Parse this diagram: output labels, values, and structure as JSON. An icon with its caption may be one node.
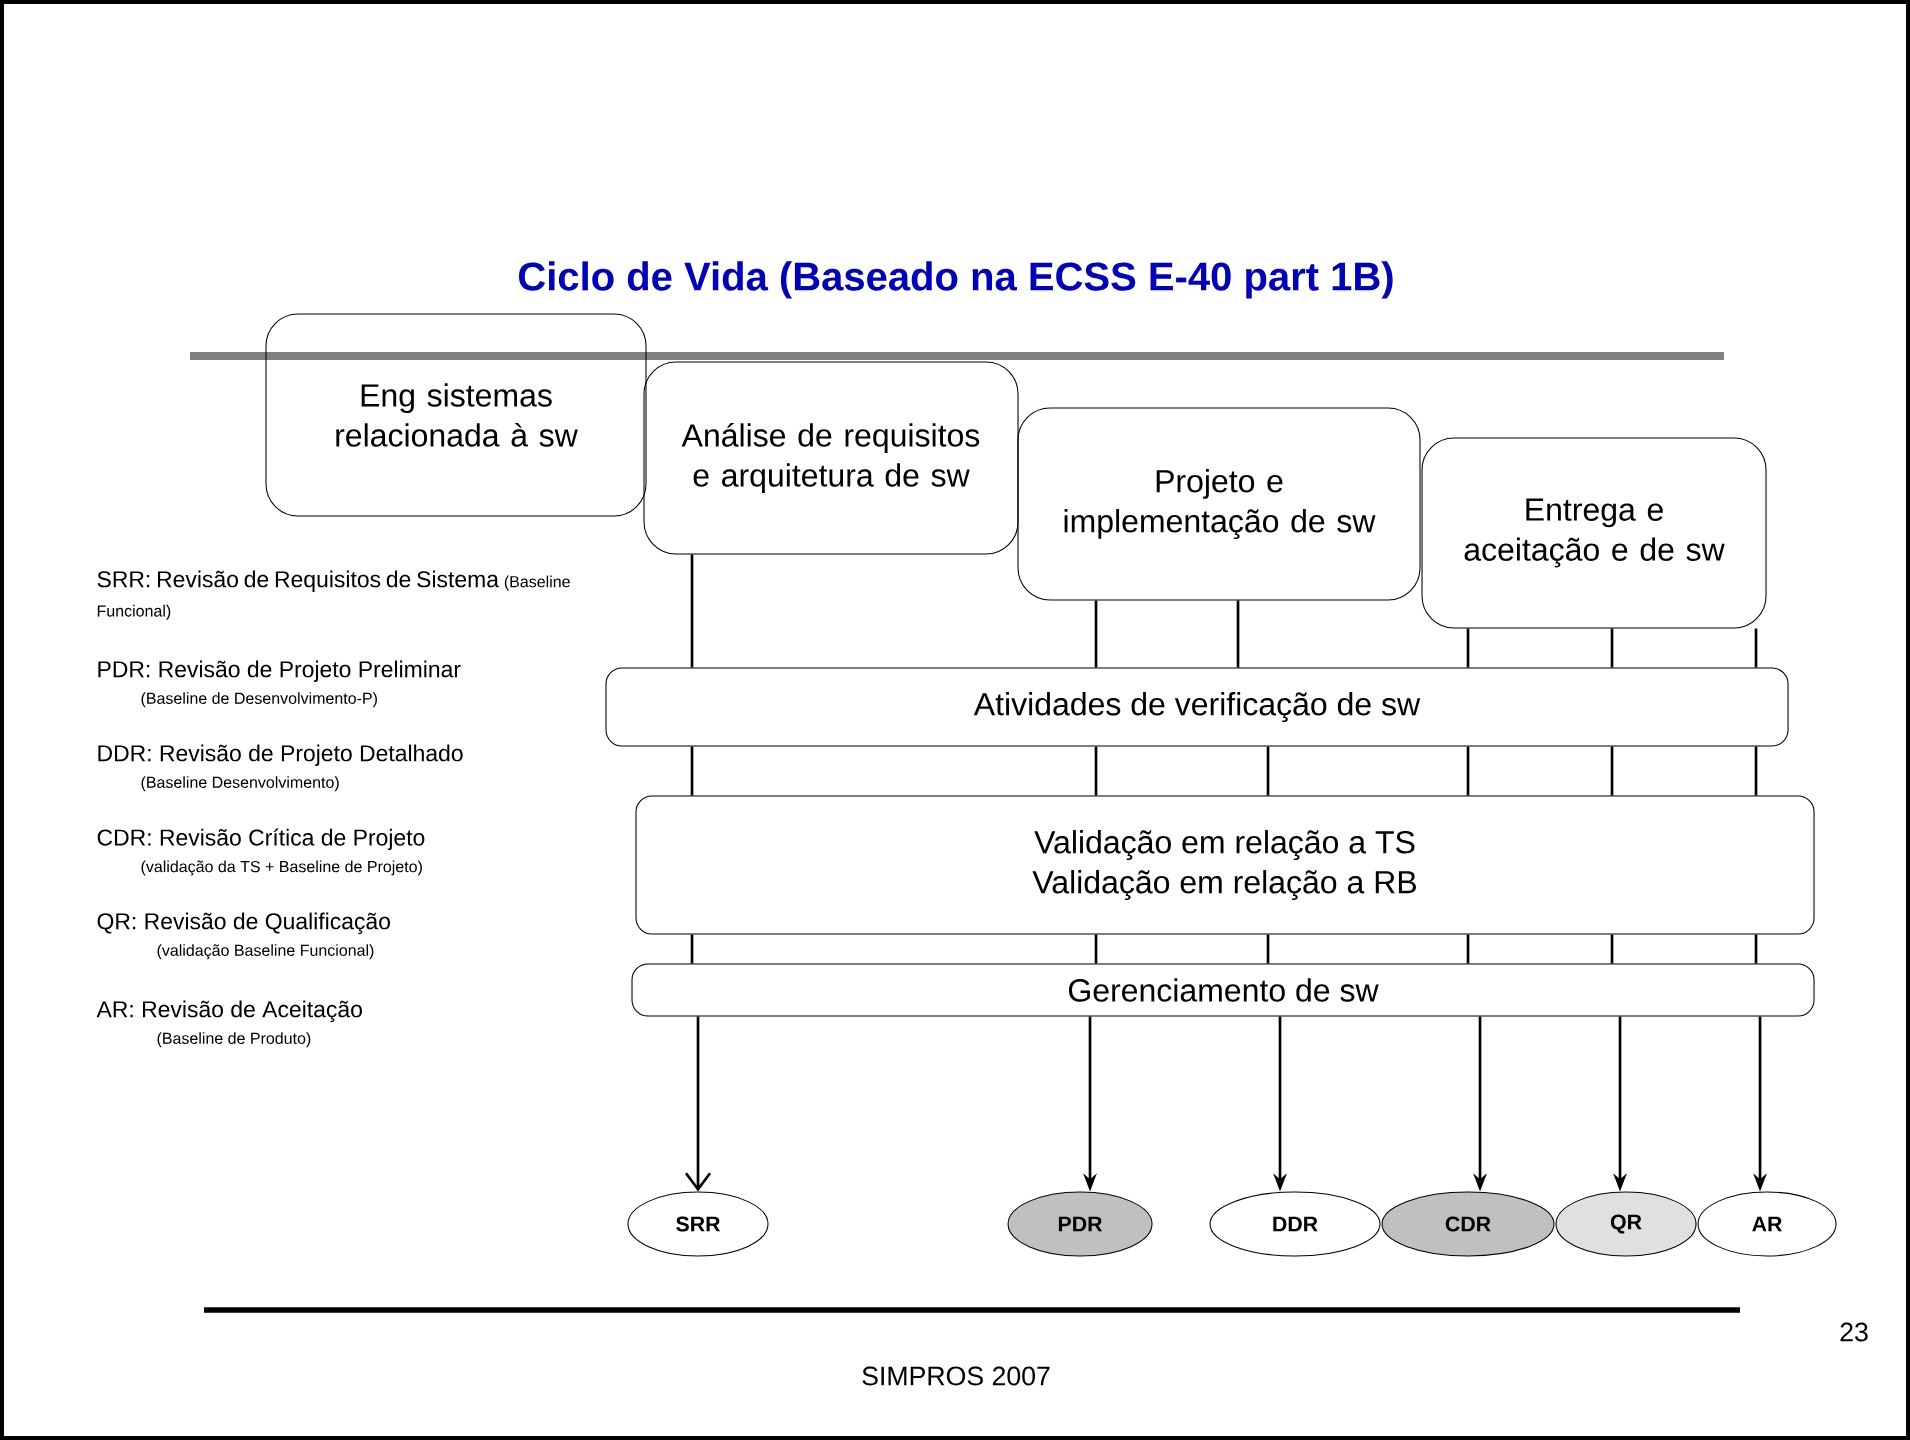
{
  "diagram": {
    "title": "Ciclo de Vida (Baseado na ECSS E-40 part 1B)",
    "nodes": [
      {
        "text": [
          "Eng sistemas relacionada à sw"
        ]
      },
      {
        "text": [
          "Análise de requisitos e arquitetura de sw"
        ]
      },
      {
        "text": [
          "Projeto e implementação de sw"
        ]
      },
      {
        "text": [
          "Entrega e aceitação e de sw"
        ]
      },
      {
        "text": [
          "Atividades de verificação de sw"
        ]
      },
      {
        "text": [
          "Validação em relação a TS",
          "Validação em relação a RB"
        ]
      },
      {
        "text": [
          "Gerenciamento de sw"
        ]
      },
      {
        "text": [
          "SRR"
        ]
      },
      {
        "text": [
          "PDR"
        ]
      },
      {
        "text": [
          "DDR"
        ]
      },
      {
        "text": [
          "CDR"
        ]
      },
      {
        "text": [
          "QR"
        ]
      },
      {
        "text": [
          "AR"
        ]
      }
    ],
    "edges": [
      {
        "from": 1,
        "to": 4,
        "arrow": "none"
      },
      {
        "from": 2,
        "to": 4,
        "arrow": "none"
      },
      {
        "from": 2,
        "to": 4,
        "arrow": "none"
      },
      {
        "from": 3,
        "to": 4,
        "arrow": "none"
      },
      {
        "from": 3,
        "to": 4,
        "arrow": "none"
      },
      {
        "from": 3,
        "to": 4,
        "arrow": "none"
      },
      {
        "from": 4,
        "to": 5,
        "arrow": "none"
      },
      {
        "from": 4,
        "to": 5,
        "arrow": "none"
      },
      {
        "from": 4,
        "to": 5,
        "arrow": "none"
      },
      {
        "from": 4,
        "to": 5,
        "arrow": "none"
      },
      {
        "from": 4,
        "to": 5,
        "arrow": "none"
      },
      {
        "from": 4,
        "to": 5,
        "arrow": "none"
      },
      {
        "from": 5,
        "to": 6,
        "arrow": "none"
      },
      {
        "from": 5,
        "to": 6,
        "arrow": "none"
      },
      {
        "from": 5,
        "to": 6,
        "arrow": "none"
      },
      {
        "from": 5,
        "to": 6,
        "arrow": "none"
      },
      {
        "from": 5,
        "to": 6,
        "arrow": "none"
      },
      {
        "from": 5,
        "to": 6,
        "arrow": "none"
      },
      {
        "from": 6,
        "to": 7,
        "arrow": "to"
      },
      {
        "from": 6,
        "to": 8,
        "arrow": "to"
      },
      {
        "from": 6,
        "to": 9,
        "arrow": "to"
      },
      {
        "from": 6,
        "to": 10,
        "arrow": "to"
      },
      {
        "from": 6,
        "to": 11,
        "arrow": "to"
      },
      {
        "from": 6,
        "to": 12,
        "arrow": "to"
      }
    ],
    "labels": [
      "SRR: Revisão de Requisitos de Sistema",
      "(Baseline Funcional)",
      "PDR: Revisão de Projeto Preliminar",
      "(Baseline de Desenvolvimento-P)",
      "DDR: Revisão de Projeto Detalhado",
      "(Baseline Desenvolvimento)",
      "CDR: Revisão Crítica de Projeto",
      "(validação da TS + Baseline de Projeto)",
      "QR: Revisão de Qualificação",
      "(validação Baseline Funcional)",
      "AR: Revisão de Aceitação",
      "(Baseline de Produto)",
      "SIMPROS 2007",
      "23"
    ]
  }
}
